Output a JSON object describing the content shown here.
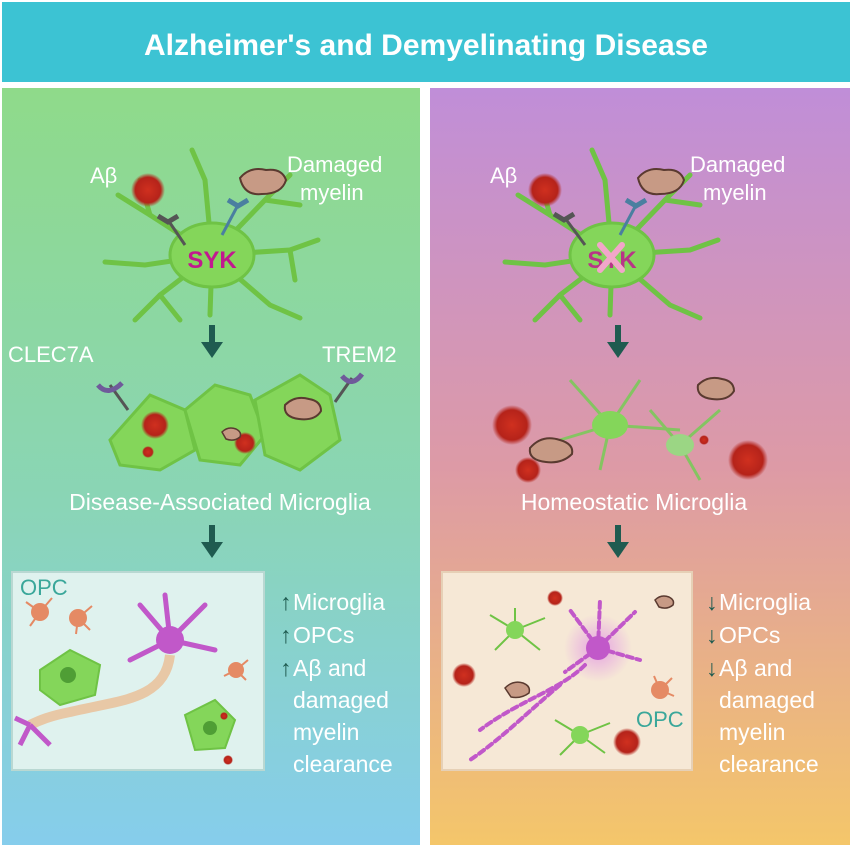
{
  "title": "Alzheimer's and Demyelinating Disease",
  "left": {
    "abeta_label": "Aβ",
    "damaged_line1": "Damaged",
    "damaged_line2": "myelin",
    "syk_label": "SYK",
    "clec7a_label": "CLEC7A",
    "trem2_label": "TREM2",
    "microglia_state": "Disease-Associated Microglia",
    "opc_label": "OPC",
    "outcomes": [
      {
        "arrow": "↑",
        "text": "Microglia"
      },
      {
        "arrow": "↑",
        "text": "OPCs"
      },
      {
        "arrow": "↑",
        "text": "Aβ and"
      },
      {
        "arrow": "",
        "text": "damaged"
      },
      {
        "arrow": "",
        "text": "myelin"
      },
      {
        "arrow": "",
        "text": "clearance"
      }
    ]
  },
  "right": {
    "abeta_label": "Aβ",
    "damaged_line1": "Damaged",
    "damaged_line2": "myelin",
    "syk_label": "SYK",
    "microglia_state": "Homeostatic Microglia",
    "opc_label": "OPC",
    "outcomes": [
      {
        "arrow": "↓",
        "text": "Microglia"
      },
      {
        "arrow": "↓",
        "text": "OPCs"
      },
      {
        "arrow": "↓",
        "text": "Aβ and"
      },
      {
        "arrow": "",
        "text": "damaged"
      },
      {
        "arrow": "",
        "text": "myelin"
      },
      {
        "arrow": "",
        "text": "clearance"
      }
    ]
  },
  "colors": {
    "header_bg": "#3cc3d3",
    "left_top": "#8ed98a",
    "left_bottom": "#86d0ea",
    "right_top": "#c38fd6",
    "right_bottom": "#f3c46b",
    "microglia_green": "#84d65a",
    "syk_magenta": "#c2188f",
    "arrow_dark": "#1f5b50",
    "amyloid_red": "#c0271c",
    "neuron_purple": "#c158c9",
    "opc_orange": "#e58a64"
  }
}
